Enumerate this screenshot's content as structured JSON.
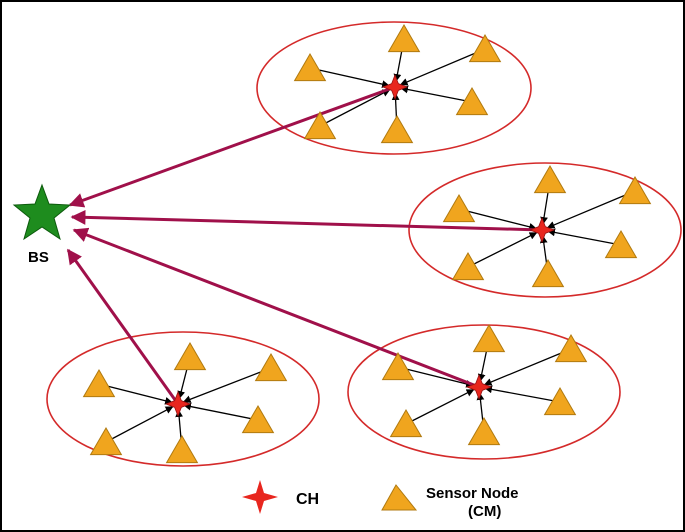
{
  "base_station": {
    "label": "BS",
    "color": "#1e8c1e",
    "icon": "star-icon"
  },
  "clusters": [
    {
      "name": "cluster-top",
      "members": 6
    },
    {
      "name": "cluster-right",
      "members": 6
    },
    {
      "name": "cluster-bottom-left",
      "members": 6
    },
    {
      "name": "cluster-bottom-right",
      "members": 6
    }
  ],
  "legend": {
    "ch_label": "CH",
    "ch_icon": "four-point-star-icon",
    "sensor_label_line1": "Sensor Node",
    "sensor_label_line2": "(CM)",
    "sensor_icon": "triangle-icon"
  },
  "colors": {
    "cluster_border": "#d42a2a",
    "ch_fill": "#e8261e",
    "sensor_fill": "#f0a51e",
    "sensor_stroke": "#b07a10",
    "uplink": "#a0104a",
    "member_link": "#000000"
  }
}
